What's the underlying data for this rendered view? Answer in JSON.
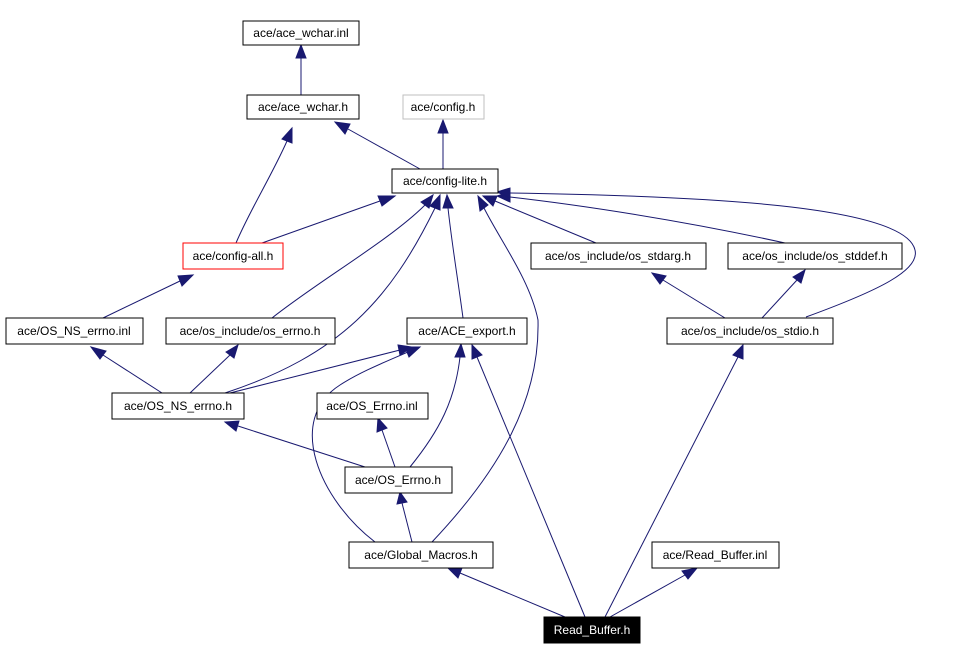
{
  "nodes": {
    "ace_wchar_inl": "ace/ace_wchar.inl",
    "ace_wchar_h": "ace/ace_wchar.h",
    "config_h": "ace/config.h",
    "config_lite_h": "ace/config-lite.h",
    "config_all_h": "ace/config-all.h",
    "os_stdarg_h": "ace/os_include/os_stdarg.h",
    "os_stddef_h": "ace/os_include/os_stddef.h",
    "os_ns_errno_inl": "ace/OS_NS_errno.inl",
    "os_errno_h_incl": "ace/os_include/os_errno.h",
    "ace_export_h": "ace/ACE_export.h",
    "os_stdio_h": "ace/os_include/os_stdio.h",
    "os_ns_errno_h": "ace/OS_NS_errno.h",
    "os_errno_inl": "ace/OS_Errno.inl",
    "os_errno_h": "ace/OS_Errno.h",
    "global_macros_h": "ace/Global_Macros.h",
    "read_buffer_inl": "ace/Read_Buffer.inl",
    "read_buffer_h": "Read_Buffer.h"
  }
}
